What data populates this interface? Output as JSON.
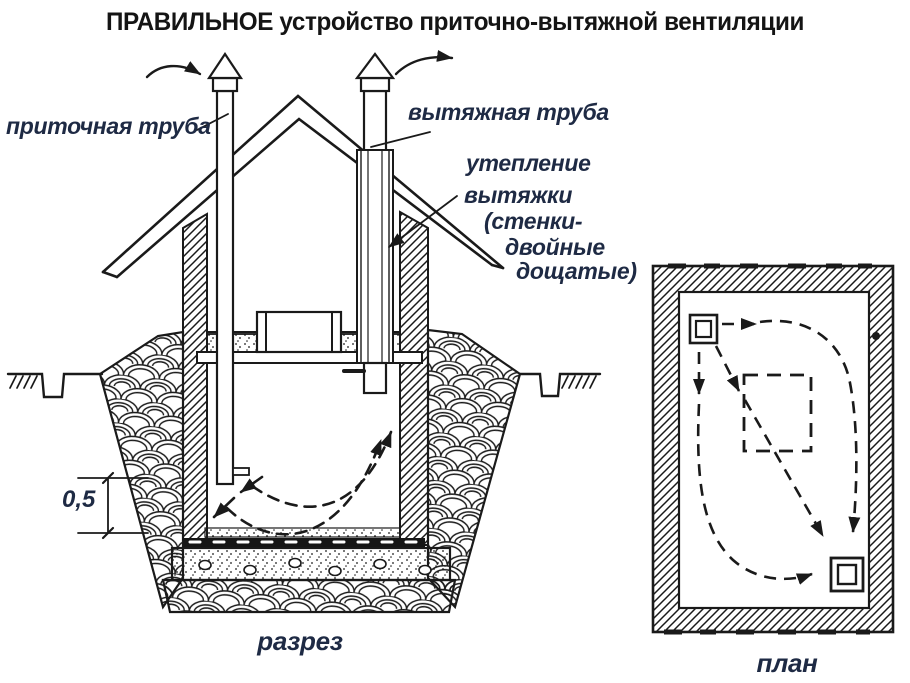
{
  "title": "ПРАВИЛЬНОЕ устройство приточно-вытяжной вентиляции",
  "section": {
    "caption": "разрез",
    "labels": {
      "supply_pipe": "приточная труба",
      "exhaust_pipe": "вытяжная труба",
      "insulation_lines": [
        "утепление",
        "вытяжки",
        "(стенки-",
        "двойные",
        "дощатые)"
      ],
      "dimension": "0,5"
    }
  },
  "plan": {
    "caption": "план"
  },
  "colors": {
    "ink": "#1a1a1a",
    "label_ink": "#1e2a44",
    "background": "#ffffff"
  }
}
